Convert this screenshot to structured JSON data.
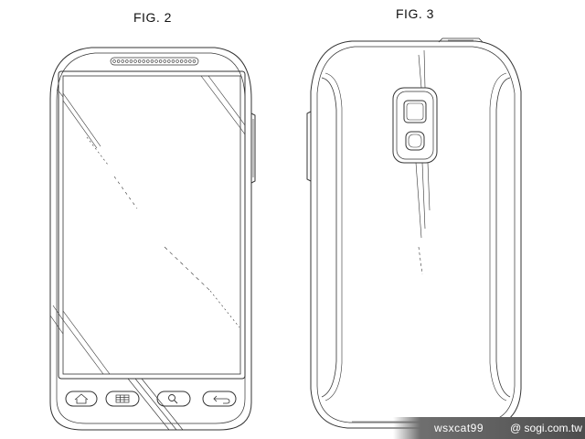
{
  "figures": {
    "fig2": {
      "label": "FIG. 2"
    },
    "fig3": {
      "label": "FIG. 3"
    }
  },
  "watermark": {
    "user": "wsxcat99",
    "site": "@ sogi.com.tw"
  },
  "colors": {
    "line": "#333333",
    "background": "#ffffff",
    "watermark_bg": "#4d4d4d",
    "watermark_text": "#ffffff"
  },
  "icons": [
    "home-icon",
    "menu-icon",
    "search-icon",
    "back-icon",
    "speaker-grille-icon",
    "camera-lens-icon",
    "camera-flash-icon"
  ]
}
